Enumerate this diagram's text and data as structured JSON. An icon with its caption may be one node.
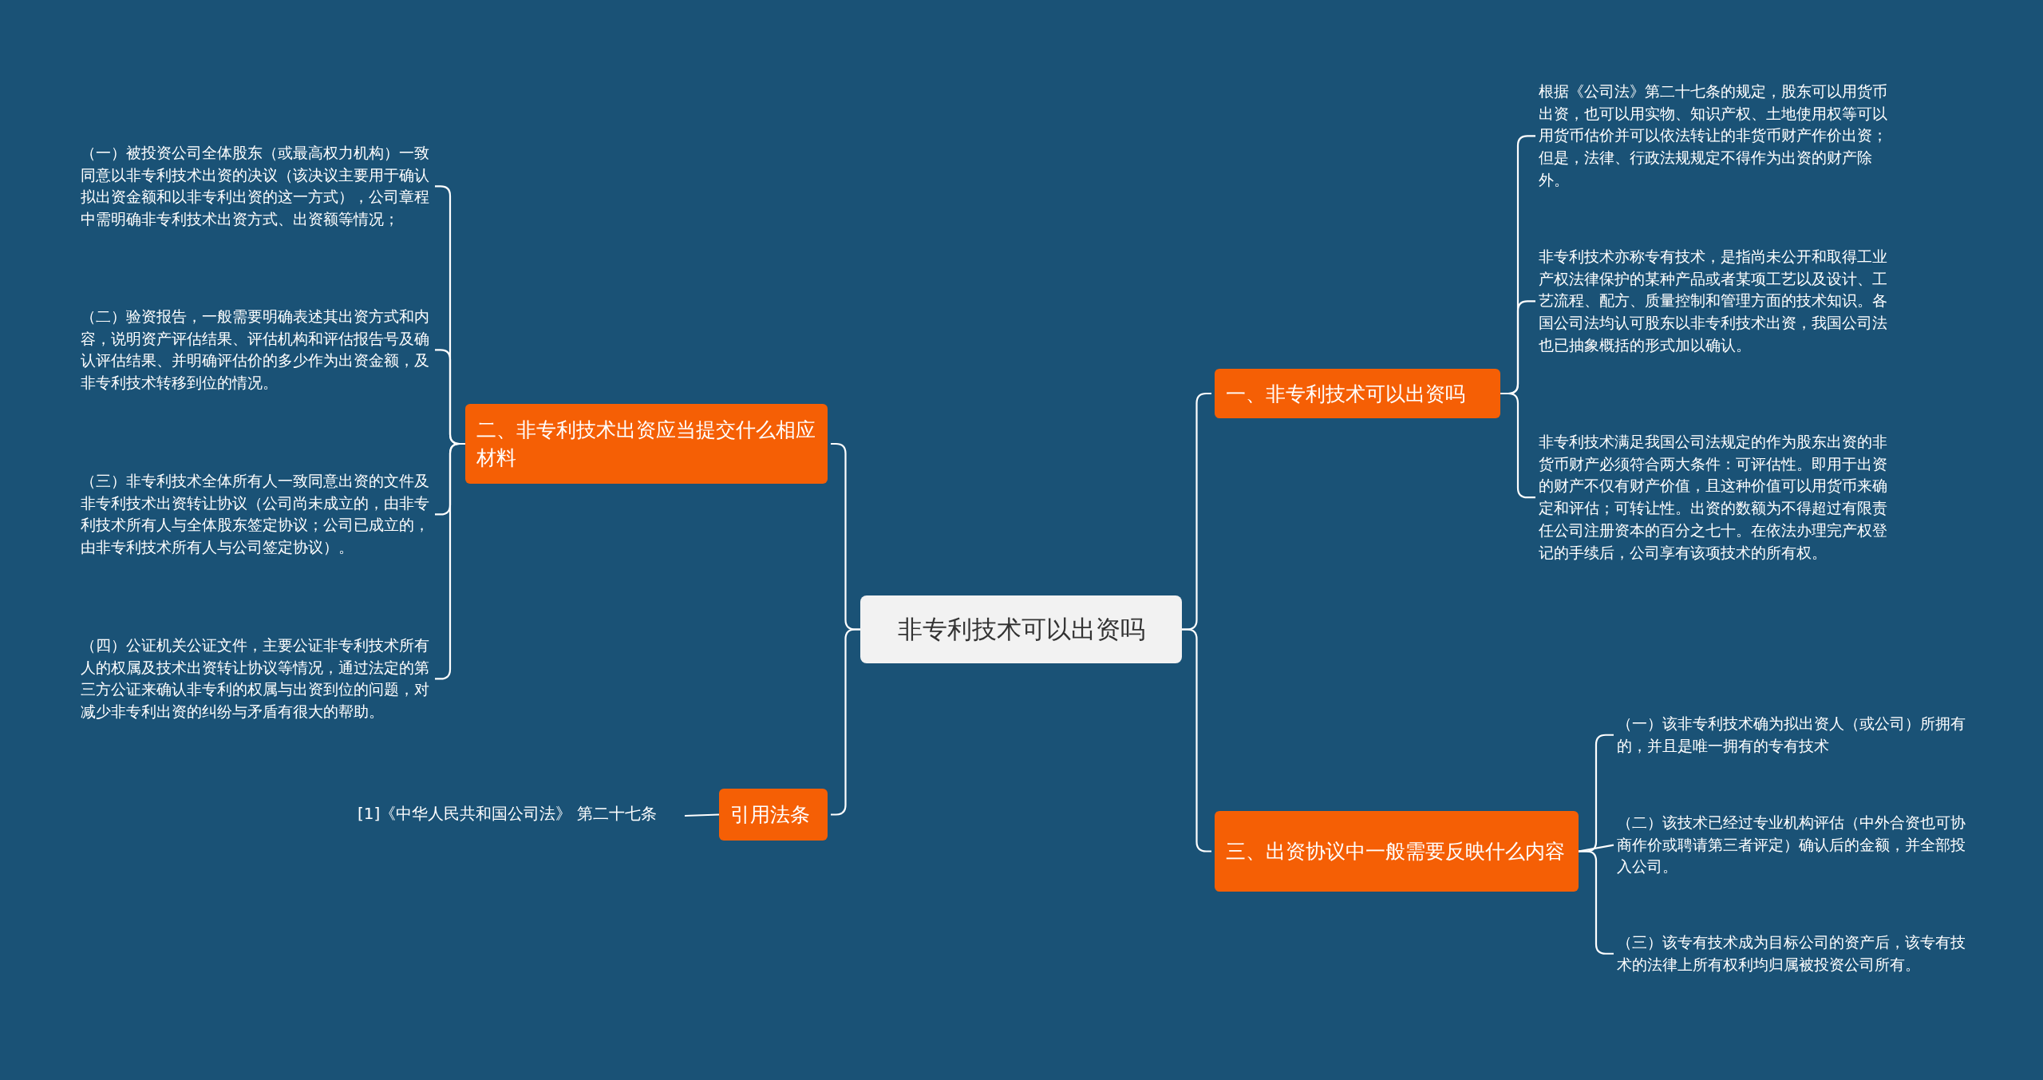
{
  "diagram": {
    "nodes": [
      {
        "text": [
          "非专利技术可以出资吗"
        ]
      },
      {
        "text": [
          "二、非专利技术出资应当提交什么相应材料"
        ]
      },
      {
        "text": [
          "（一）被投资公司全体股东（或最高权力机构）一致同意以非专利技术出资的决议（该决议主要用于确认拟出资金额和以非专利出资的这一方式），公司章程中需明确非专利技术出资方式、出资额等情况；"
        ]
      },
      {
        "text": [
          "（二）验资报告，一般需要明确表述其出资方式和内容，说明资产评估结果、评估机构和评估报告号及确认评估结果、并明确评估价的多少作为出资金额，及非专利技术转移到位的情况。"
        ]
      },
      {
        "text": [
          "（三）非专利技术全体所有人一致同意出资的文件及非专利技术出资转让协议（公司尚未成立的，由非专利技术所有人与全体股东签定协议；公司已成立的，由非专利技术所有人与公司签定协议）。"
        ]
      },
      {
        "text": [
          "（四）公证机关公证文件，主要公证非专利技术所有人的权属及技术出资转让协议等情况，通过法定的第三方公证来确认非专利的权属与出资到位的问题，对减少非专利出资的纠纷与矛盾有很大的帮助。"
        ]
      },
      {
        "text": [
          "引用法条"
        ]
      },
      {
        "text": [
          "[1]《中华人民共和国公司法》 第二十七条"
        ]
      },
      {
        "text": [
          "一、非专利技术可以出资吗"
        ]
      },
      {
        "text": [
          "根据《公司法》第二十七条的规定，股东可以用货币出资，也可以用实物、知识产权、土地使用权等可以用货币估价并可以依法转让的非货币财产作价出资；但是，法律、行政法规规定不得作为出资的财产除外。"
        ]
      },
      {
        "text": [
          "非专利技术亦称专有技术，是指尚未公开和取得工业产权法律保护的某种产品或者某项工艺以及设计、工艺流程、配方、质量控制和管理方面的技术知识。各国公司法均认可股东以非专利技术出资，我国公司法也已抽象概括的形式加以确认。"
        ]
      },
      {
        "text": [
          "非专利技术满足我国公司法规定的作为股东出资的非货币财产必须符合两大条件：可评估性。即用于出资的财产不仅有财产价值，且这种价值可以用货币来确定和评估；可转让性。出资的数额为不得超过有限责任公司注册资本的百分之七十。在依法办理完产权登记的手续后，公司享有该项技术的所有权。"
        ]
      },
      {
        "text": [
          "三、出资协议中一般需要反映什么内容"
        ]
      },
      {
        "text": [
          "（一）该非专利技术确为拟出资人（或公司）所拥有的，并且是唯一拥有的专有技术"
        ]
      },
      {
        "text": [
          "（二）该技术已经过专业机构评估（中外合资也可协商作价或聘请第三者评定）确认后的金额，并全部投入公司。"
        ]
      },
      {
        "text": [
          "（三）该专有技术成为目标公司的资产后，该专有技术的法律上所有权利均归属被投资公司所有。"
        ]
      }
    ],
    "edges": [
      {
        "from": 0,
        "to": 1,
        "arrow": "none"
      },
      {
        "from": 1,
        "to": 2,
        "arrow": "none"
      },
      {
        "from": 1,
        "to": 3,
        "arrow": "none"
      },
      {
        "from": 1,
        "to": 4,
        "arrow": "none"
      },
      {
        "from": 1,
        "to": 5,
        "arrow": "none"
      },
      {
        "from": 0,
        "to": 6,
        "arrow": "none"
      },
      {
        "from": 6,
        "to": 7,
        "arrow": "none"
      },
      {
        "from": 0,
        "to": 8,
        "arrow": "none"
      },
      {
        "from": 8,
        "to": 9,
        "arrow": "none"
      },
      {
        "from": 8,
        "to": 10,
        "arrow": "none"
      },
      {
        "from": 8,
        "to": 11,
        "arrow": "none"
      },
      {
        "from": 0,
        "to": 12,
        "arrow": "none"
      },
      {
        "from": 12,
        "to": 13,
        "arrow": "none"
      },
      {
        "from": 12,
        "to": 14,
        "arrow": "none"
      },
      {
        "from": 12,
        "to": 15,
        "arrow": "none"
      }
    ]
  }
}
